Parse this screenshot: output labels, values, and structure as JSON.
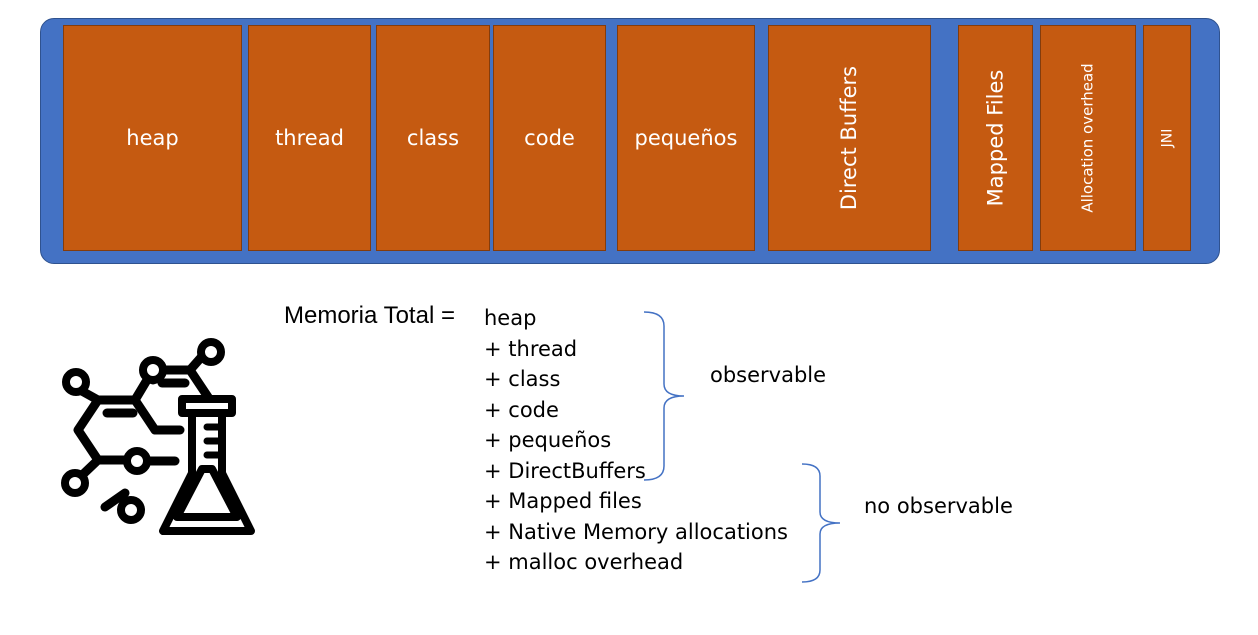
{
  "memory_blocks": [
    {
      "label": "heap"
    },
    {
      "label": "thread"
    },
    {
      "label": "class"
    },
    {
      "label": "code"
    },
    {
      "label": "pequeños"
    },
    {
      "label": "Direct Buffers"
    },
    {
      "label": "Mapped Files"
    },
    {
      "label": "Allocation overhead"
    },
    {
      "label": "JNI"
    }
  ],
  "colors": {
    "bar_fill": "#4472c4",
    "block_fill": "#c55a11",
    "brace": "#4472c4"
  },
  "formula": {
    "label": "Memoria Total =",
    "terms": [
      "heap",
      "+ thread",
      "+ class",
      "+ code",
      "+ pequeños",
      "+ DirectBuffers",
      "+ Mapped files",
      "+ Native Memory allocations",
      "+ malloc overhead"
    ]
  },
  "groups": {
    "observable": "observable",
    "non_observable": "no observable"
  },
  "icon": "chemistry-flask-molecule-icon"
}
